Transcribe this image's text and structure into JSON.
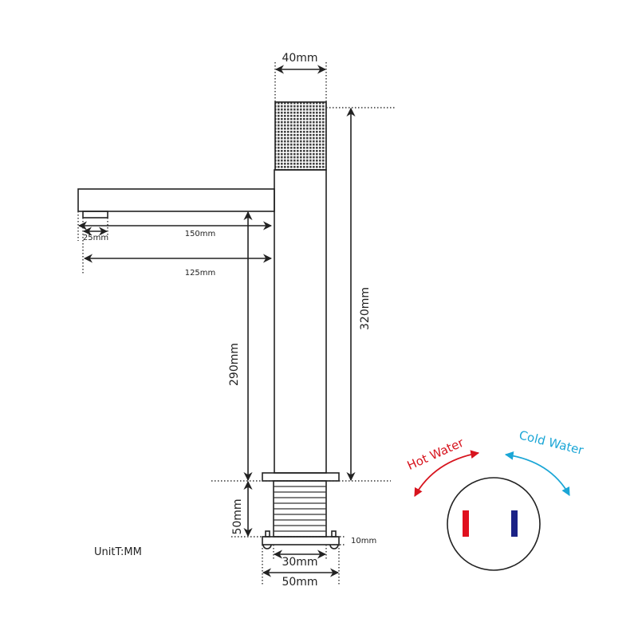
{
  "dimensions": {
    "handle_width": "40mm",
    "total_height": "320mm",
    "spout_length": "150mm",
    "aerator_width": "25mm",
    "spout_reach": "125mm",
    "spout_height": "290mm",
    "base_height": "50mm",
    "base_plate_thickness": "10mm",
    "thread_diameter": "30mm",
    "base_diameter": "50mm"
  },
  "unit_label": "UnitT:MM",
  "water": {
    "hot_label": "Hot Water",
    "cold_label": "Cold Water",
    "hot_color": "#d7141e",
    "cold_color": "#1ba6d6",
    "hot_marker_color": "#e0101e",
    "cold_marker_color": "#1b2286"
  }
}
